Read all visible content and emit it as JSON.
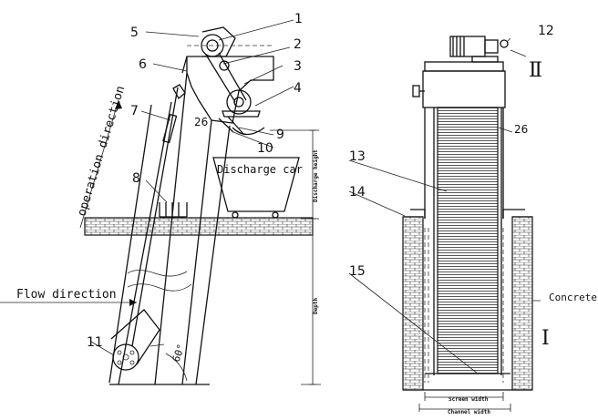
{
  "callouts": {
    "n1": "1",
    "n2": "2",
    "n3": "3",
    "n4": "4",
    "n5": "5",
    "n6": "6",
    "n7": "7",
    "n8": "8",
    "n9": "9",
    "n10": "10",
    "n11": "11",
    "n12": "12",
    "n13": "13",
    "n14": "14",
    "n15": "15",
    "n26a": "26",
    "n26b": "26"
  },
  "labels": {
    "operation_direction": "operation direction",
    "flow_direction": "Flow direction",
    "discharge_car": "Discharge car",
    "discharge_height": "Discharge height",
    "depth": "Depth",
    "angle": "60°",
    "concrete": "Concrete",
    "screen_width": "Screen width",
    "channel_width": "Channel width",
    "section_1": "Ⅰ",
    "section_2": "Ⅱ"
  }
}
